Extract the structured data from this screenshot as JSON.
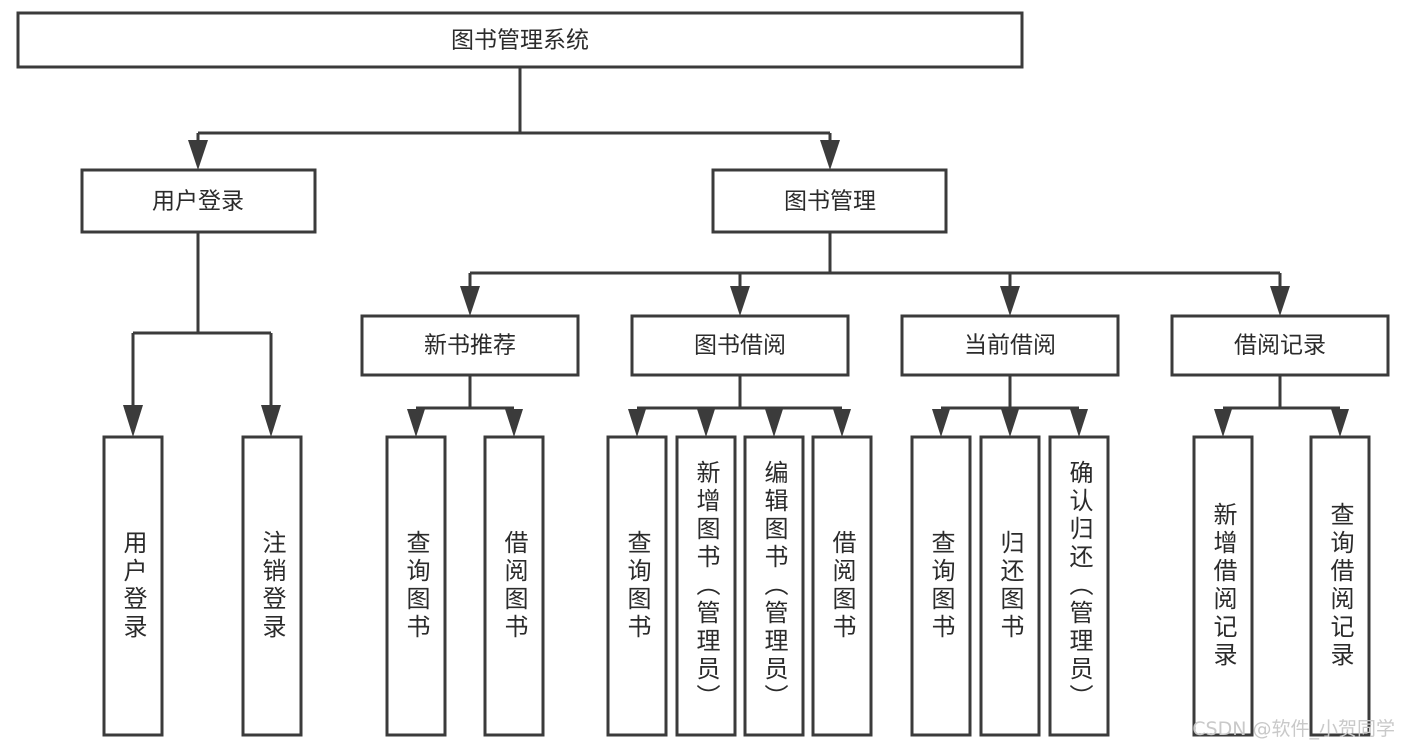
{
  "diagram": {
    "title": "图书管理系统",
    "type": "tree",
    "watermark": "CSDN @软件_小贺同学",
    "colors": {
      "box_stroke": "#3b3b3b",
      "box_fill": "#ffffff",
      "text": "#2b2b2b",
      "connector": "#3b3b3b",
      "watermark": "#c9c9c9",
      "background": "#ffffff"
    },
    "levels": {
      "root": "图书管理系统",
      "level2": [
        "用户登录",
        "图书管理"
      ],
      "level3": [
        "新书推荐",
        "图书借阅",
        "当前借阅",
        "借阅记录"
      ],
      "level4": [
        "用户登录",
        "注销登录",
        "查询图书",
        "借阅图书",
        "查询图书",
        "新增图书（管理员）",
        "编辑图书（管理员）",
        "借阅图书",
        "查询图书",
        "归还图书",
        "确认归还（管理员）",
        "新增借阅记录",
        "查询借阅记录"
      ]
    },
    "nodes": {
      "root": {
        "label": "图书管理系统"
      },
      "user_login": {
        "label": "用户登录"
      },
      "book_manage": {
        "label": "图书管理"
      },
      "new_book_rec": {
        "label": "新书推荐"
      },
      "book_borrow": {
        "label": "图书借阅"
      },
      "current_borrow": {
        "label": "当前借阅"
      },
      "borrow_record": {
        "label": "借阅记录"
      },
      "leaf_user_login": {
        "label": "用户登录"
      },
      "leaf_logout": {
        "label": "注销登录"
      },
      "leaf_query_book_a": {
        "label": "查询图书"
      },
      "leaf_borrow_book_a": {
        "label": "借阅图书"
      },
      "leaf_query_book_b": {
        "label": "查询图书"
      },
      "leaf_add_book": {
        "label": "新增图书（管理员）"
      },
      "leaf_edit_book": {
        "label": "编辑图书（管理员）"
      },
      "leaf_borrow_book_b": {
        "label": "借阅图书"
      },
      "leaf_query_book_c": {
        "label": "查询图书"
      },
      "leaf_return_book": {
        "label": "归还图书"
      },
      "leaf_confirm_return": {
        "label": "确认归还（管理员）"
      },
      "leaf_add_record": {
        "label": "新增借阅记录"
      },
      "leaf_query_record": {
        "label": "查询借阅记录"
      }
    },
    "edges": [
      {
        "from": "root",
        "to": "user_login"
      },
      {
        "from": "root",
        "to": "book_manage"
      },
      {
        "from": "user_login",
        "to": "leaf_user_login"
      },
      {
        "from": "user_login",
        "to": "leaf_logout"
      },
      {
        "from": "book_manage",
        "to": "new_book_rec"
      },
      {
        "from": "book_manage",
        "to": "book_borrow"
      },
      {
        "from": "book_manage",
        "to": "current_borrow"
      },
      {
        "from": "book_manage",
        "to": "borrow_record"
      },
      {
        "from": "new_book_rec",
        "to": "leaf_query_book_a"
      },
      {
        "from": "new_book_rec",
        "to": "leaf_borrow_book_a"
      },
      {
        "from": "book_borrow",
        "to": "leaf_query_book_b"
      },
      {
        "from": "book_borrow",
        "to": "leaf_add_book"
      },
      {
        "from": "book_borrow",
        "to": "leaf_edit_book"
      },
      {
        "from": "book_borrow",
        "to": "leaf_borrow_book_b"
      },
      {
        "from": "current_borrow",
        "to": "leaf_query_book_c"
      },
      {
        "from": "current_borrow",
        "to": "leaf_return_book"
      },
      {
        "from": "current_borrow",
        "to": "leaf_confirm_return"
      },
      {
        "from": "borrow_record",
        "to": "leaf_add_record"
      },
      {
        "from": "borrow_record",
        "to": "leaf_query_record"
      }
    ]
  }
}
